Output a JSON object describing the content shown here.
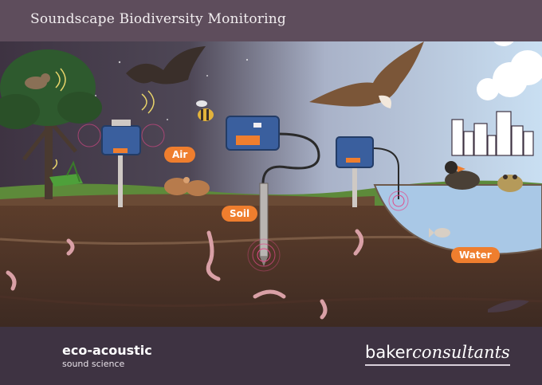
{
  "header": {
    "title": "Soundscape Biodiversity Monitoring"
  },
  "zones": {
    "air": "Air",
    "soil": "Soil",
    "water": "Water"
  },
  "recorders": [
    {
      "label": ""
    },
    {
      "label": ""
    },
    {
      "label": ""
    }
  ],
  "footer": {
    "eco_brand": "eco-acoustic",
    "eco_tagline": "sound science",
    "baker_prefix": "baker",
    "baker_suffix": "consultants"
  },
  "colors": {
    "accent_orange": "#ef7e2e",
    "recorder_blue": "#3a5f9e",
    "header_bg": "#5e4d5c",
    "soil_brown": "#6a4a35",
    "water_blue": "#a9c8e6"
  },
  "icons": [
    "sound-wave-logo-icon",
    "bat-icon",
    "owl-icon",
    "bee-icon",
    "hawk-icon",
    "grasshopper-icon",
    "mouse-icon",
    "duck-icon",
    "toad-icon",
    "fish-icon",
    "worm-icon",
    "city-icon"
  ]
}
